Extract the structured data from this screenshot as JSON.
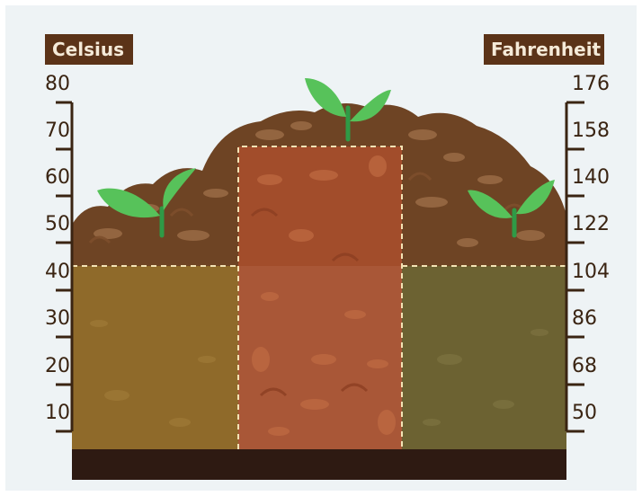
{
  "scales": {
    "celsius": {
      "label": "Celsius",
      "ticks": [
        "80",
        "70",
        "60",
        "50",
        "40",
        "30",
        "20",
        "10"
      ]
    },
    "fahrenheit": {
      "label": "Fahrenheit",
      "ticks": [
        "176",
        "158",
        "140",
        "122",
        "104",
        "86",
        "68",
        "50"
      ]
    }
  },
  "colors": {
    "badge_bg": "#5b3318",
    "badge_text": "#f5ead8",
    "soil_dark": "#6e4424",
    "soil_mid": "#8a5a33",
    "zone_left": "#8f6a2a",
    "zone_center": "#a44e2c",
    "zone_right": "#6c6232",
    "base": "#2e1a12",
    "leaf": "#57c25a",
    "leaf_dark": "#2f9a46"
  },
  "icons": [
    "seedling-icon",
    "seedling-icon",
    "seedling-icon"
  ]
}
